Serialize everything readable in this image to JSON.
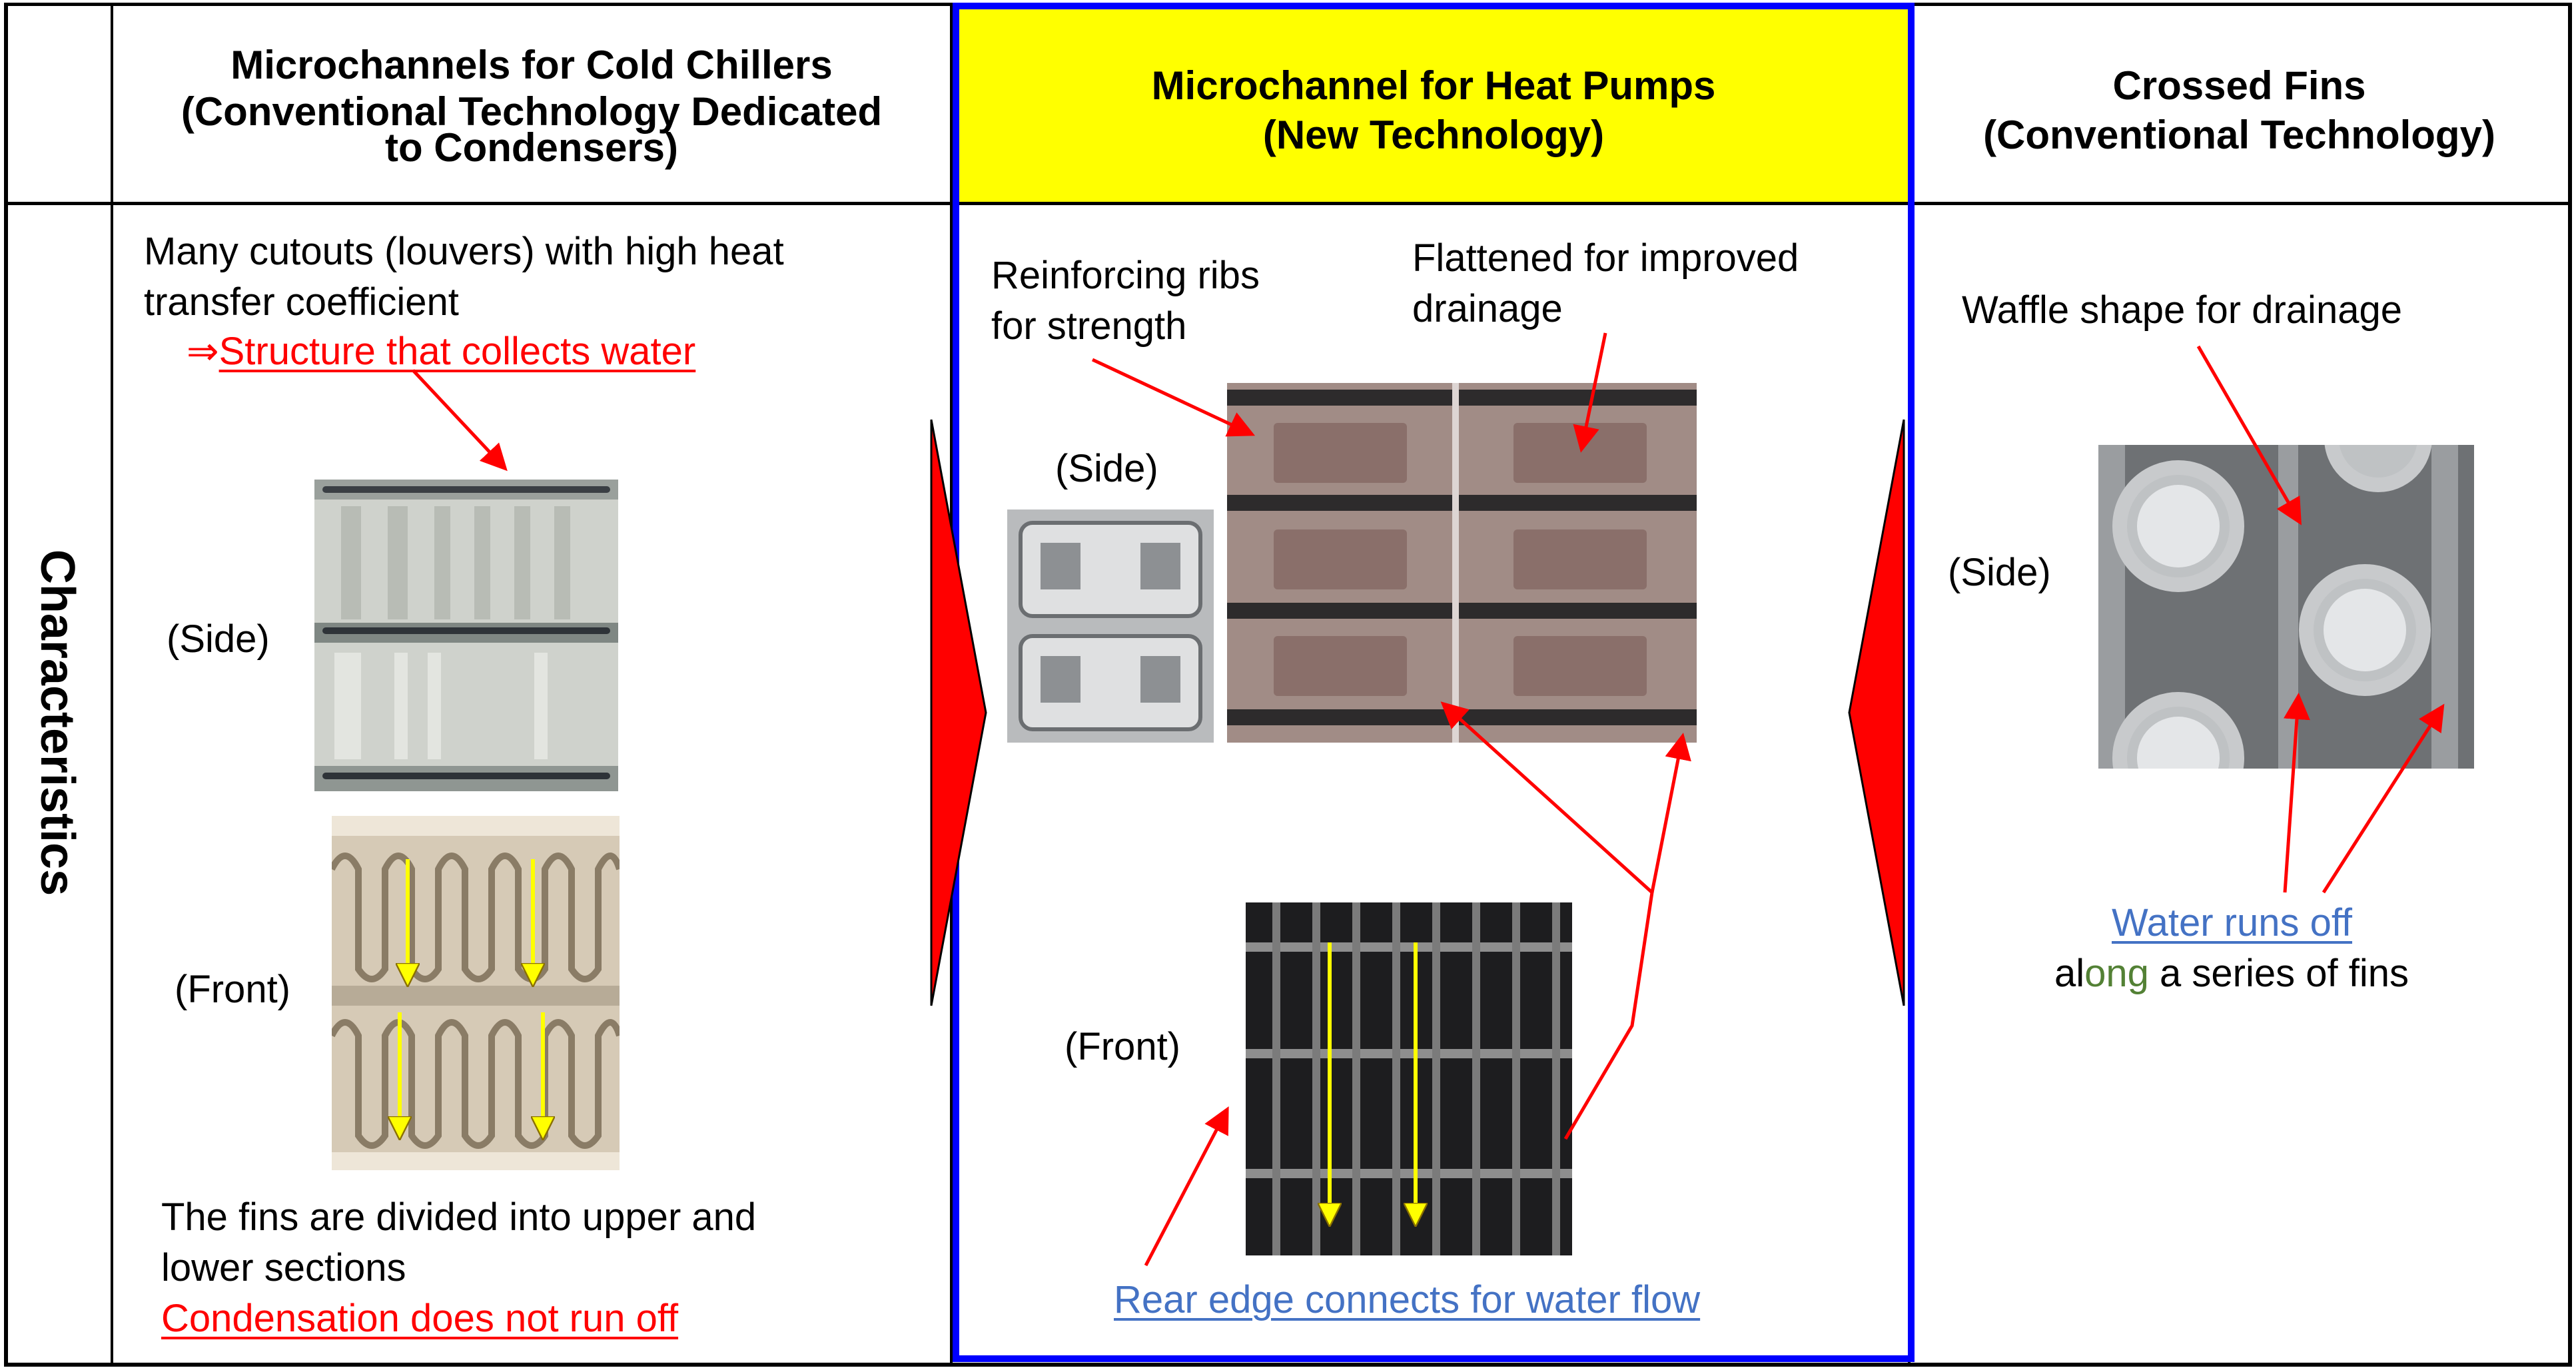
{
  "headers": {
    "col1_line1": "Microchannels for Cold Chillers",
    "col1_line2": "(Conventional Technology Dedicated",
    "col1_line3": "to Condensers)",
    "col2_line1": "Microchannel for Heat Pumps",
    "col2_line2": "(New Technology)",
    "col3_line1": "Crossed Fins",
    "col3_line2": "(Conventional Technology)"
  },
  "row_label": "Characteristics",
  "col1": {
    "desc_line1": "Many cutouts (louvers) with high heat",
    "desc_line2": "transfer coefficient",
    "arrow_symbol": "⇒",
    "note": "Structure that collects water",
    "side_label": "(Side)",
    "front_label": "(Front)",
    "bottom_line1": "The fins are divided into upper and",
    "bottom_line2": "lower sections",
    "bottom_note": "Condensation does not run off"
  },
  "col2": {
    "ribs_line1": "Reinforcing ribs",
    "ribs_line2": "for strength",
    "flat_line1": "Flattened for improved",
    "flat_line2": "drainage",
    "side_label": "(Side)",
    "front_label": "(Front)",
    "bottom_note": "Rear edge connects for water flow"
  },
  "col3": {
    "waffle": "Waffle shape for drainage",
    "side_label": "(Side)",
    "runs_off": "Water runs off",
    "along_a": "al",
    "along_b": "ong",
    "along_c": " a series of fins"
  },
  "colors": {
    "highlight_header": "#ffff00",
    "frame_blue": "#0000ff",
    "annotation_red": "#ff0000",
    "link_blue": "#4472c4",
    "flow_arrow_yellow": "#ffff00"
  }
}
